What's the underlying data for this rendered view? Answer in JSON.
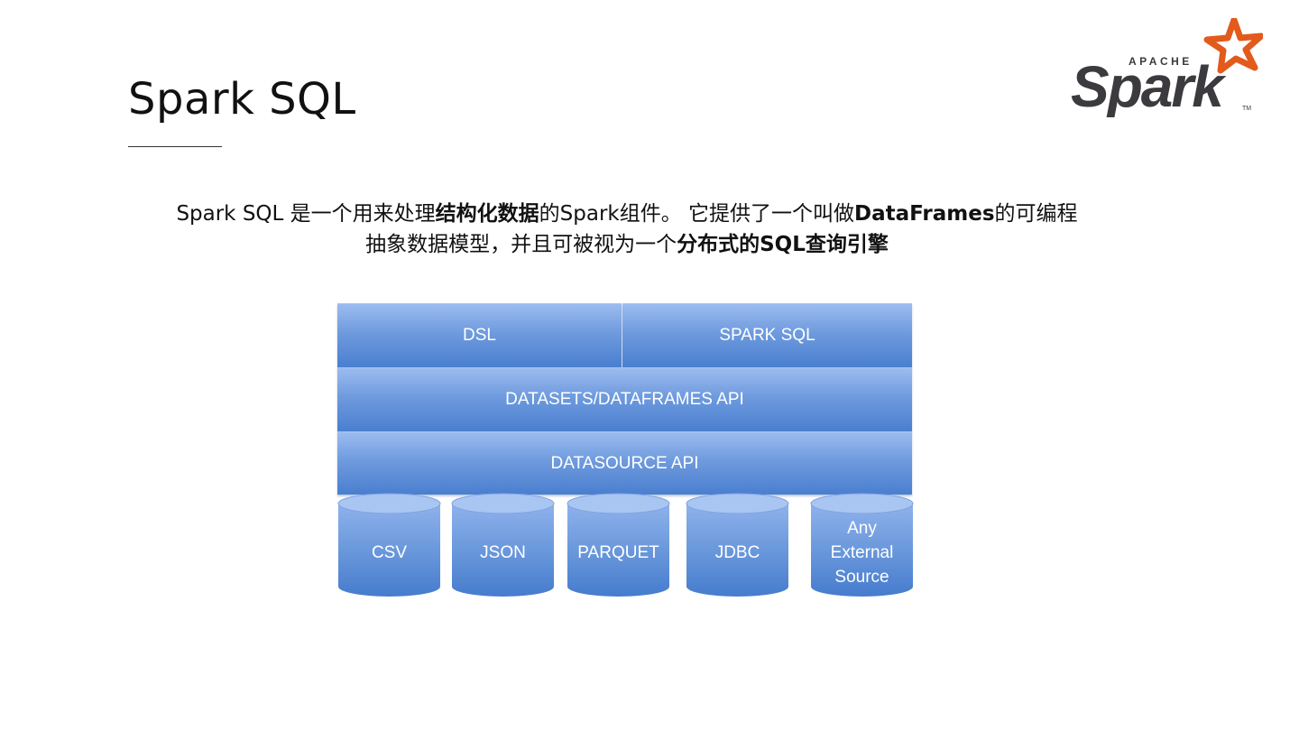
{
  "slide": {
    "title": "Spark SQL",
    "logo": {
      "top_text": "APACHE",
      "word": "Spark",
      "tm": "TM",
      "accent": "#e25a1c",
      "dark": "#3c3a3e"
    }
  },
  "description": {
    "line1": [
      {
        "text": "Spark SQL 是一个用来处理",
        "bold": false
      },
      {
        "text": "结构化数据",
        "bold": true
      },
      {
        "text": "的Spark组件。 它提供了一个叫做",
        "bold": false
      },
      {
        "text": "DataFrames",
        "bold": true
      },
      {
        "text": "的可编程",
        "bold": false
      }
    ],
    "line2": [
      {
        "text": "抽象数据模型，并且可被视为一个",
        "bold": false
      },
      {
        "text": "分布式的SQL查询引擎",
        "bold": true
      }
    ]
  },
  "diagram": {
    "colors": {
      "light": "#9cbcf0",
      "mid": "#6f9bde",
      "dark": "#4a7fcf"
    },
    "top_layer": [
      "DSL",
      "SPARK SQL"
    ],
    "api_layer": "DATASETS/DATAFRAMES API",
    "datasource_layer": "DATASOURCE API",
    "sources": [
      "CSV",
      "JSON",
      "PARQUET",
      "JDBC",
      "Any\nExternal\nSource"
    ]
  }
}
